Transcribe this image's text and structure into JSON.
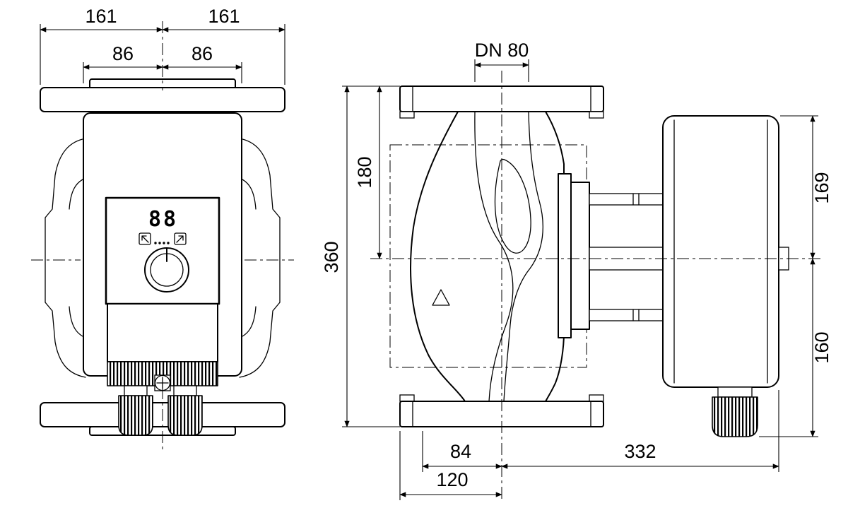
{
  "page": {
    "background": "#ffffff",
    "line_color": "#000000"
  },
  "front_view": {
    "display_digits": "88",
    "dims": {
      "overall_left": "161",
      "overall_right": "161",
      "half_left": "86",
      "half_right": "86"
    }
  },
  "side_view": {
    "dims": {
      "nominal_diameter": "DN 80",
      "port_to_axis": "180",
      "overall_height": "360",
      "axis_to_top": "169",
      "axis_to_bottom": "160",
      "axis_to_flange": "84",
      "flange_depth": "120",
      "axis_to_end": "332"
    }
  }
}
